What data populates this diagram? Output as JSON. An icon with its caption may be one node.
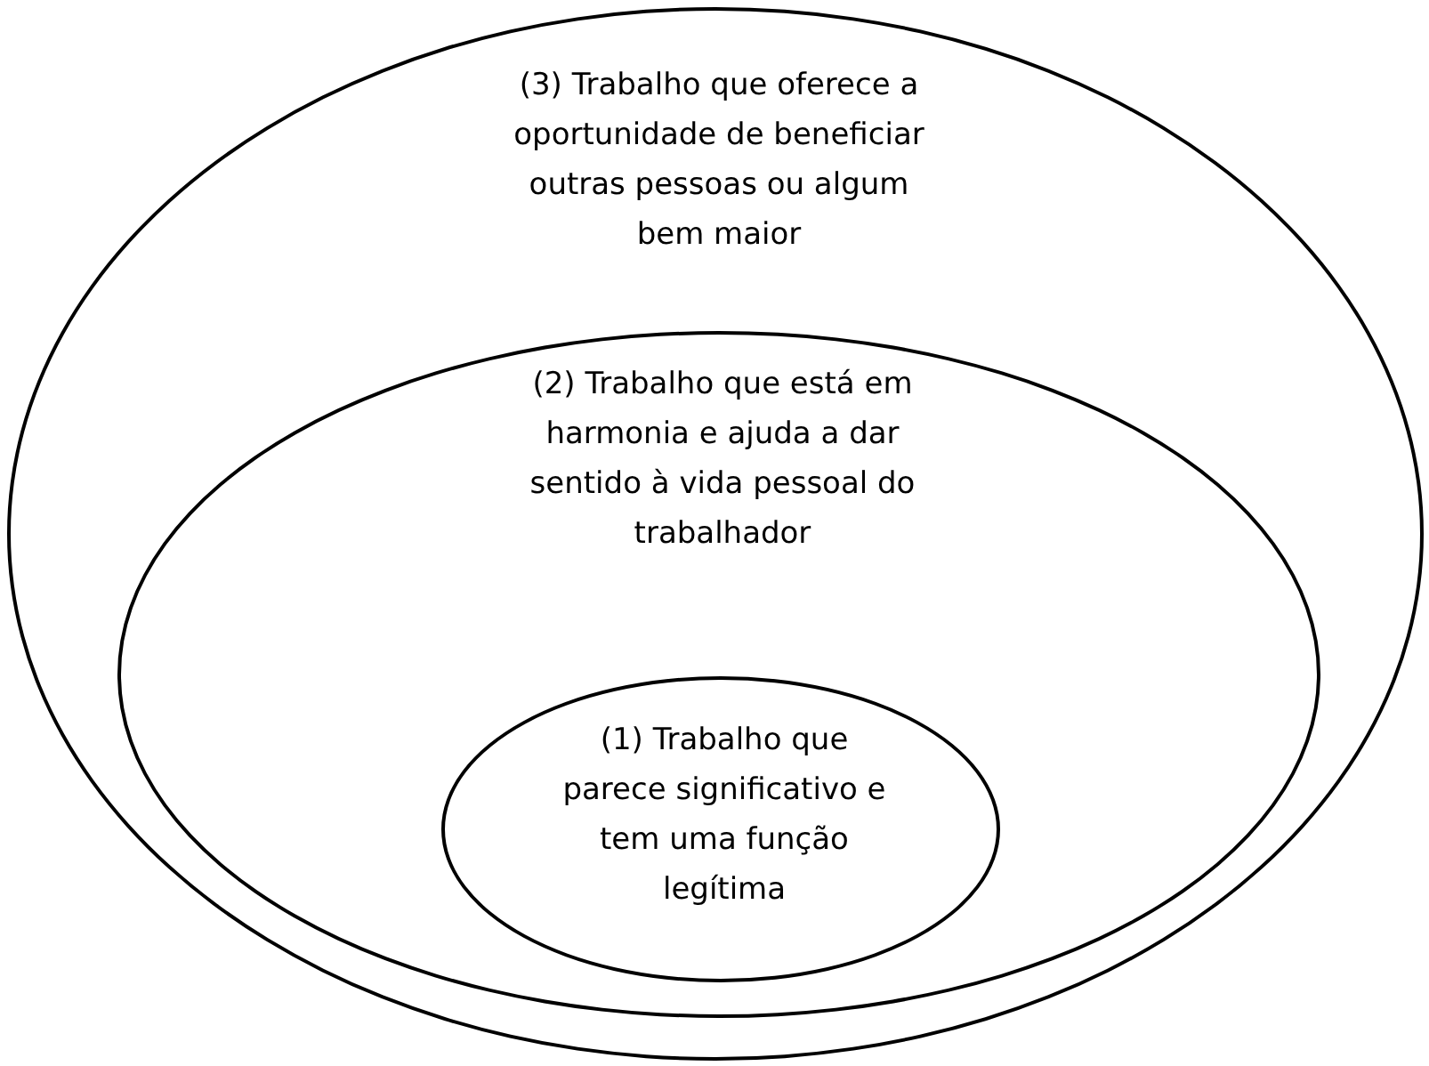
{
  "diagram": {
    "nodes": [
      {
        "text": [
          "(3) Trabalho que oferece a oportunidade de beneficiar outras pessoas ou algum bem maior"
        ]
      },
      {
        "text": [
          "(2) Trabalho que está em harmonia e ajuda a dar sentido à vida pessoal do trabalhador"
        ],
        "in": 0
      },
      {
        "text": [
          "(1) Trabalho que parece significativo e tem uma função legítima"
        ],
        "in": 1
      }
    ]
  }
}
